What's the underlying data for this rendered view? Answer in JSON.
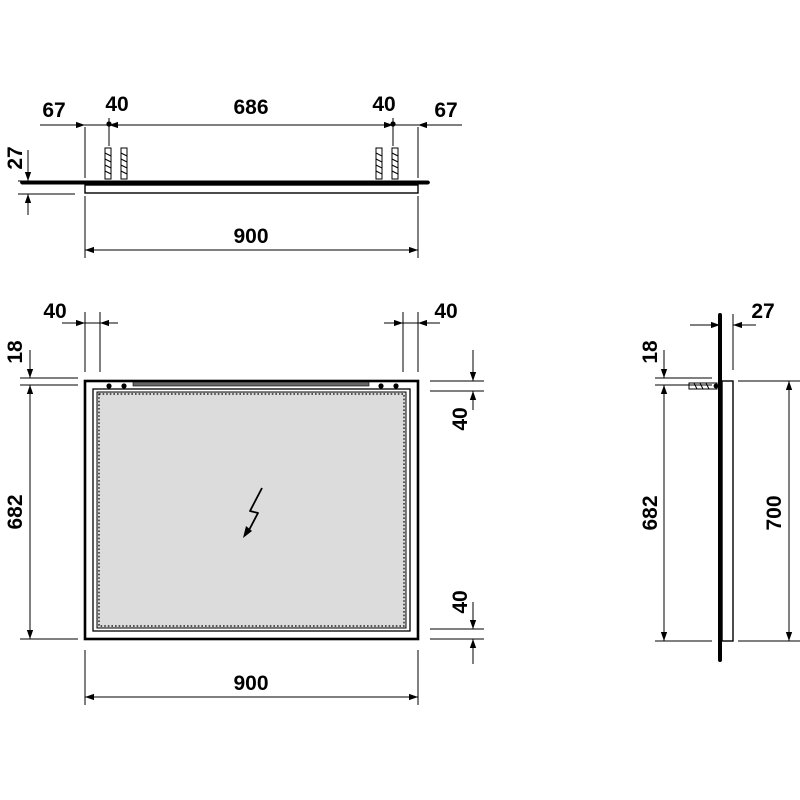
{
  "top_view": {
    "dim_left_edge": "67",
    "dim_left_anchor": "40",
    "dim_anchor_span": "686",
    "dim_right_anchor": "40",
    "dim_right_edge": "67",
    "dim_depth": "27",
    "dim_width": "900"
  },
  "front_view": {
    "dim_left_inset": "40",
    "dim_right_inset": "40",
    "dim_top_offset": "18",
    "dim_height": "682",
    "dim_top_border": "40",
    "dim_bottom_border": "40",
    "dim_width": "900",
    "light_icon": "lightning-bolt-icon"
  },
  "side_view": {
    "dim_depth": "27",
    "dim_top_offset": "18",
    "dim_height": "682",
    "dim_total_height": "700"
  }
}
